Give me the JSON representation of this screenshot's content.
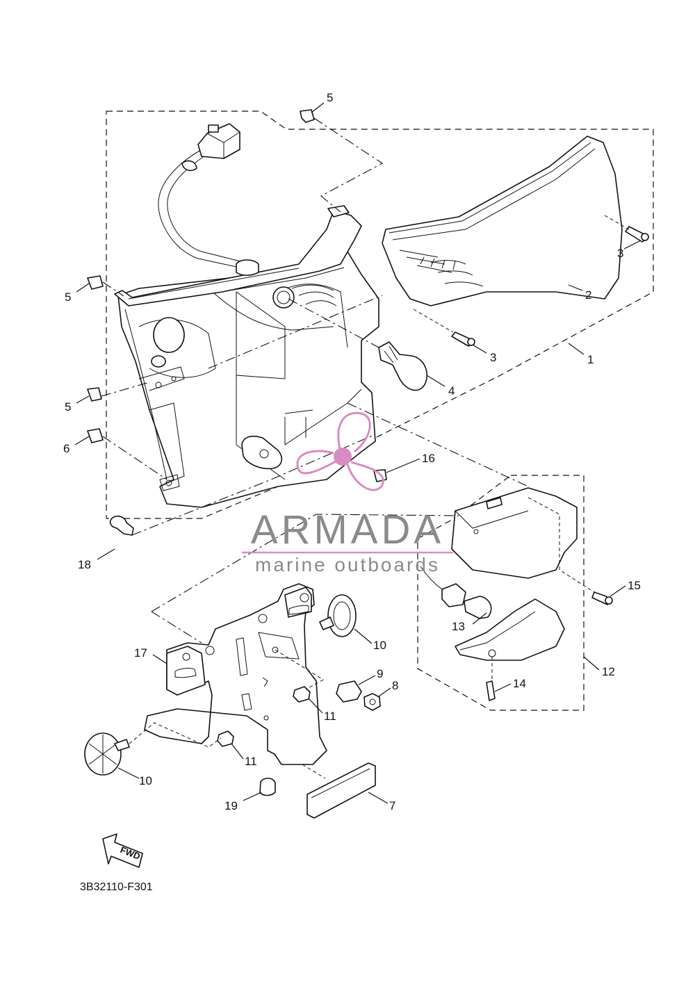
{
  "diagram_code": "3B32110-F301",
  "fwd_label": "FWD",
  "watermark": {
    "brand": "ARMADA",
    "tagline": "marine outboards",
    "accent_color": "#d98cbf",
    "text_color": "#8a8a8a"
  },
  "callouts": {
    "c1": "1",
    "c2": "2",
    "c3a": "3",
    "c3b": "3",
    "c4": "4",
    "c5a": "5",
    "c5b": "5",
    "c5c": "5",
    "c6": "6",
    "c7": "7",
    "c8": "8",
    "c9": "9",
    "c10a": "10",
    "c10b": "10",
    "c11a": "11",
    "c11b": "11",
    "c12": "12",
    "c13": "13",
    "c14": "14",
    "c15": "15",
    "c16": "16",
    "c17": "17",
    "c18": "18",
    "c19": "19"
  }
}
